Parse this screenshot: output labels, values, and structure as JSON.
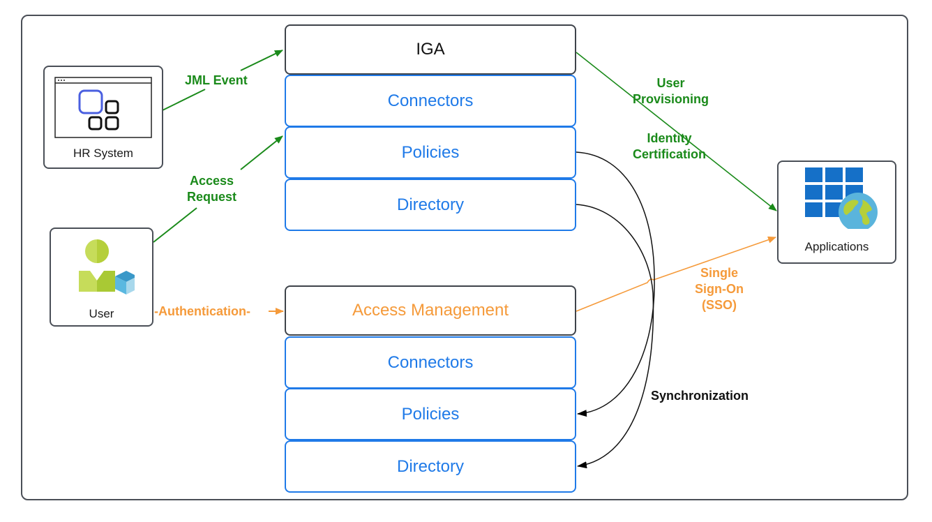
{
  "nodes": {
    "hr_system": {
      "label": "HR System",
      "icon": "app-window-grid-icon"
    },
    "user": {
      "label": "User",
      "icon": "user-with-cube-icon"
    },
    "applications": {
      "label": "Applications",
      "icon": "app-grid-globe-icon"
    }
  },
  "iga_stack": {
    "title": "IGA",
    "layers": [
      "Connectors",
      "Policies",
      "Directory"
    ]
  },
  "am_stack": {
    "title": "Access Management",
    "layers": [
      "Connectors",
      "Policies",
      "Directory"
    ]
  },
  "edges": {
    "jml_event": "JML Event",
    "access_request_line1": "Access",
    "access_request_line2": "Request",
    "authentication": "-Authentication-",
    "user_provisioning_line1": "User",
    "user_provisioning_line2": "Provisioning",
    "identity_cert_line1": "Identity",
    "identity_cert_line2": "Certification",
    "sso_line1": "Single",
    "sso_line2": "Sign-On",
    "sso_line3": "(SSO)",
    "synchronization": "Synchronization"
  },
  "colors": {
    "iga_flow": "#1a8a1a",
    "am_flow": "#f59a3a",
    "layer_blue": "#1f7ae8",
    "border_dark": "#4a4f57"
  }
}
